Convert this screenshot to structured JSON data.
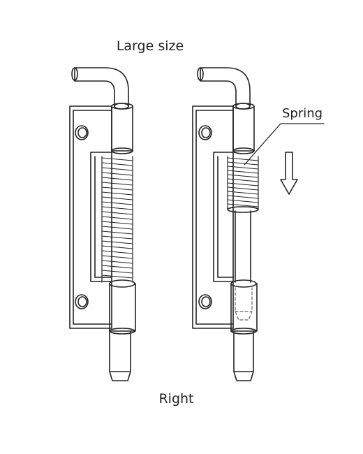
{
  "labels": {
    "top": "Large size",
    "spring": "Spring",
    "bottom": "Right"
  },
  "colors": {
    "line": "#222222",
    "hidden_line": "#666666",
    "background": "#ffffff"
  },
  "icons": {
    "direction": "arrow-down-icon"
  }
}
